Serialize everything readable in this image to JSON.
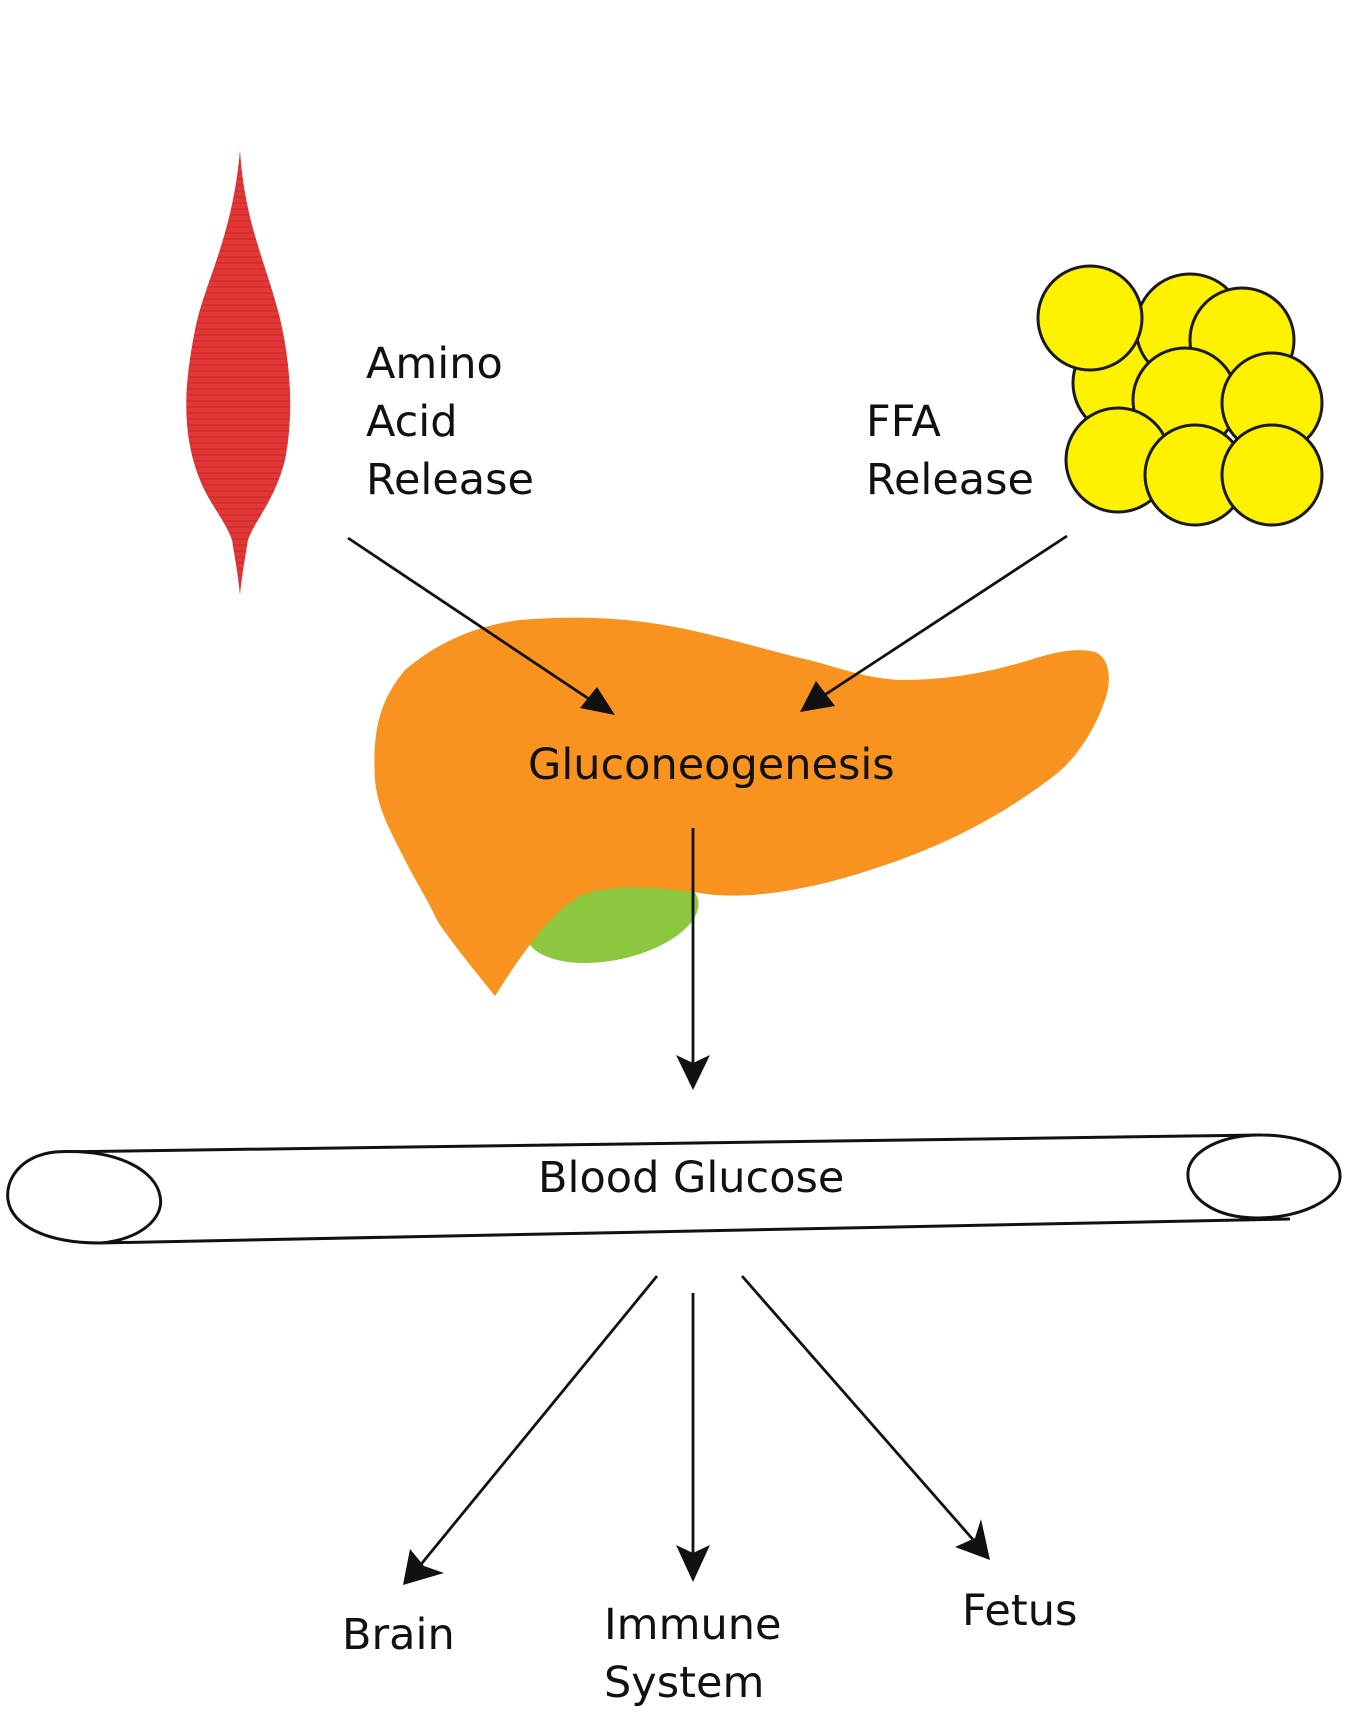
{
  "sources": {
    "muscle": {
      "lines": [
        "Amino",
        "Acid",
        "Release"
      ],
      "icon": "muscle-icon",
      "color": "#e33636"
    },
    "fat": {
      "lines": [
        "FFA",
        "Release"
      ],
      "icon": "fat-cells-icon",
      "color": "#fff200"
    }
  },
  "liver": {
    "label": "Gluconeogenesis",
    "icon": "liver-icon",
    "color": "#f7931e",
    "gallbladder_color": "#8dc63f"
  },
  "vessel": {
    "label": "Blood Glucose",
    "icon": "blood-vessel-icon"
  },
  "targets": {
    "brain": "Brain",
    "immune": {
      "lines": [
        "Immune",
        "System"
      ]
    },
    "fetus": "Fetus"
  }
}
